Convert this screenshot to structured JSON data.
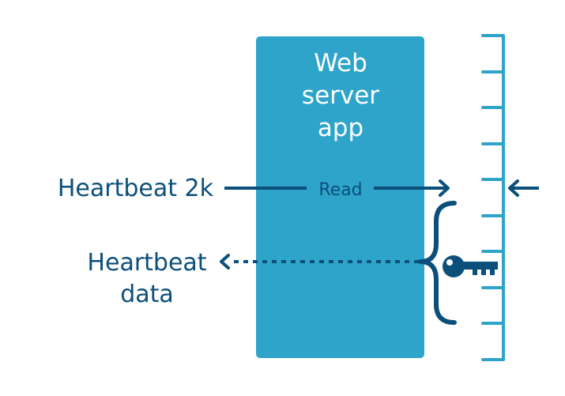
{
  "app_box": {
    "title_lines": [
      "Web",
      "server",
      "app"
    ]
  },
  "labels": {
    "heartbeat_2k": "Heartbeat 2k",
    "read": "Read",
    "heartbeat_data_line1": "Heartbeat",
    "heartbeat_data_line2": "data"
  },
  "icons": {
    "key": "key-icon",
    "brace": "curly-brace-icon",
    "memory_scale": "memory-ruler-icon"
  },
  "colors": {
    "box_fill": "#2fa4cb",
    "dark_blue": "#0b4f7a",
    "scale_blue": "#2fa4cb",
    "white": "#ffffff"
  }
}
